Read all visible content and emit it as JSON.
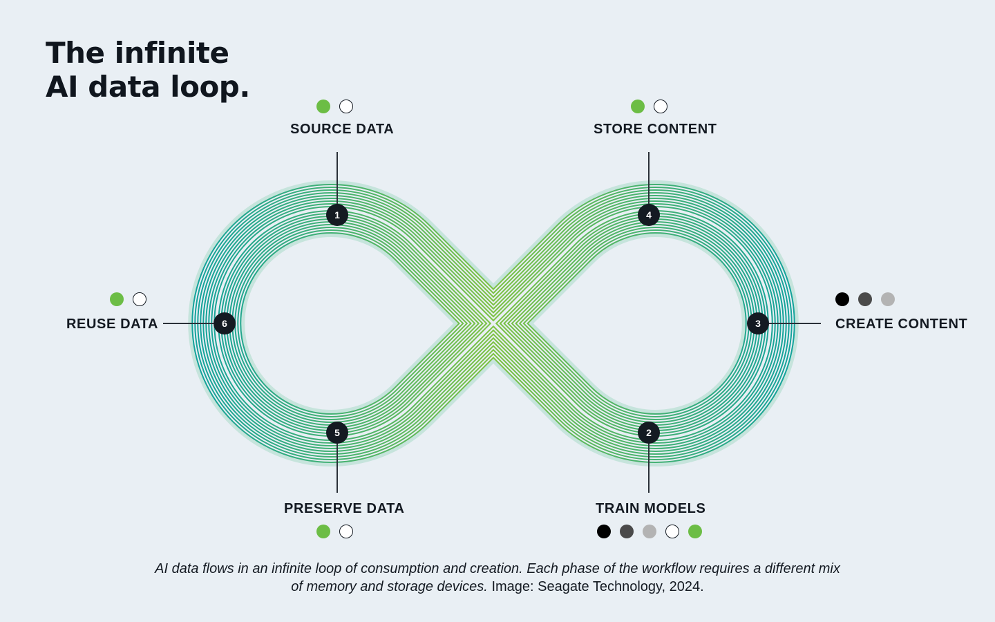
{
  "title": {
    "line1": "The infinite",
    "line2": "AI data loop."
  },
  "stages": [
    {
      "number": "1",
      "label": "SOURCE DATA",
      "dots": [
        "#6cbd45",
        "outline"
      ]
    },
    {
      "number": "2",
      "label": "TRAIN MODELS",
      "dots": [
        "#000000",
        "#4a4a4a",
        "#b3b3b3",
        "outline",
        "#6cbd45"
      ]
    },
    {
      "number": "3",
      "label": "CREATE CONTENT",
      "dots": [
        "#000000",
        "#4a4a4a",
        "#b3b3b3"
      ]
    },
    {
      "number": "4",
      "label": "STORE CONTENT",
      "dots": [
        "#6cbd45",
        "outline"
      ]
    },
    {
      "number": "5",
      "label": "PRESERVE DATA",
      "dots": [
        "#6cbd45",
        "outline"
      ]
    },
    {
      "number": "6",
      "label": "REUSE DATA",
      "dots": [
        "#6cbd45",
        "outline"
      ]
    }
  ],
  "caption": {
    "italic": "AI data flows in an infinite loop of consumption and creation. Each phase of the workflow requires a different mix of memory and storage devices.",
    "credit": "Image: Seagate Technology, 2024."
  },
  "colors": {
    "background": "#e9eff4",
    "loop_outer": "#15a39b",
    "loop_center": "#7cc242",
    "marker_fill": "#141a22",
    "dot_green": "#6cbd45"
  }
}
